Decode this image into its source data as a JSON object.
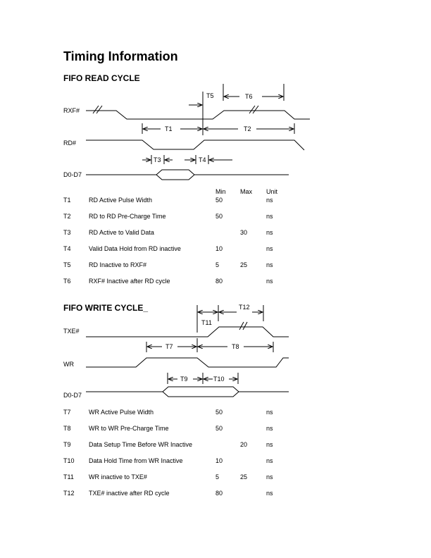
{
  "page_title": "Timing Information",
  "read_cycle": {
    "title": "FIFO READ CYCLE",
    "signals": [
      "RXF#",
      "RD#",
      "D0-D7"
    ],
    "markers": {
      "t1": "T1",
      "t2": "T2",
      "t3": "T3",
      "t4": "T4",
      "t5": "T5",
      "t6": "T6"
    },
    "headers": {
      "min": "Min",
      "max": "Max",
      "unit": "Unit"
    },
    "rows": [
      {
        "id": "T1",
        "desc": "RD Active Pulse Width",
        "min": "50",
        "max": "",
        "unit": "ns"
      },
      {
        "id": "T2",
        "desc": "RD to RD Pre-Charge Time",
        "min": "50",
        "max": "",
        "unit": "ns"
      },
      {
        "id": "T3",
        "desc": "RD Active to Valid Data",
        "min": "",
        "max": "30",
        "unit": "ns"
      },
      {
        "id": "T4",
        "desc": "Valid Data Hold from RD inactive",
        "min": "10",
        "max": "",
        "unit": "ns"
      },
      {
        "id": "T5",
        "desc": "RD Inactive to RXF#",
        "min": "5",
        "max": "25",
        "unit": "ns"
      },
      {
        "id": "T6",
        "desc": "RXF# Inactive after RD cycle",
        "min": "80",
        "max": "",
        "unit": "ns"
      }
    ]
  },
  "write_cycle": {
    "title": "FIFO WRITE CYCLE_",
    "signals": [
      "TXE#",
      "WR",
      "D0-D7"
    ],
    "markers": {
      "t7": "T7",
      "t8": "T8",
      "t9": "T9",
      "t10": "T10",
      "t11": "T11",
      "t12": "T12"
    },
    "rows": [
      {
        "id": "T7",
        "desc": "WR Active Pulse Width",
        "min": "50",
        "max": "",
        "unit": "ns"
      },
      {
        "id": "T8",
        "desc": "WR to WR Pre-Charge Time",
        "min": "50",
        "max": "",
        "unit": "ns"
      },
      {
        "id": "T9",
        "desc": "Data Setup Time Before WR Inactive",
        "min": "",
        "max": "20",
        "unit": "ns"
      },
      {
        "id": "T10",
        "desc": "Data Hold Time from WR Inactive",
        "min": "10",
        "max": "",
        "unit": "ns"
      },
      {
        "id": "T11",
        "desc": "WR inactive to TXE#",
        "min": "5",
        "max": "25",
        "unit": "ns"
      },
      {
        "id": "T12",
        "desc": "TXE# inactive after RD cycle",
        "min": "80",
        "max": "",
        "unit": "ns"
      }
    ]
  }
}
